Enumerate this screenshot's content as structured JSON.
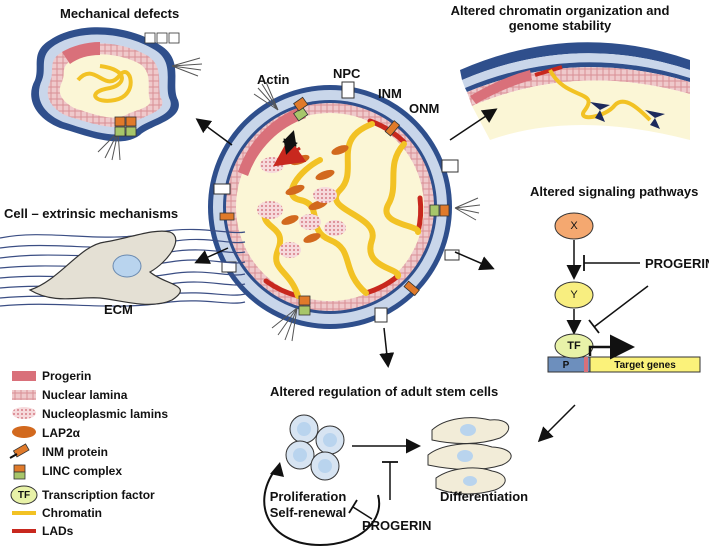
{
  "titles": {
    "mechanical": "Mechanical defects",
    "chromatin_line1": "Altered chromatin organization and",
    "chromatin_line2": "genome stability",
    "signaling": "Altered signaling pathways",
    "extrinsic": "Cell – extrinsic mechanisms",
    "stem": "Altered regulation of adult stem cells"
  },
  "nucleus_labels": {
    "actin": "Actin",
    "npc": "NPC",
    "inm": "INM",
    "onm": "ONM",
    "ecm": "ECM"
  },
  "signaling": {
    "x": "X",
    "y": "Y",
    "tf": "TF",
    "p": "P",
    "target_genes": "Target genes",
    "progerin": "PROGERIN"
  },
  "stem": {
    "proliferation": "Proliferation",
    "self_renewal": "Self-renewal",
    "progerin": "PROGERIN",
    "differentiation": "Differentiation"
  },
  "legend": [
    {
      "label": "Progerin",
      "icon": "progerin-icon"
    },
    {
      "label": "Nuclear lamina",
      "icon": "nuclear-lamina-icon"
    },
    {
      "label": "Nucleoplasmic lamins",
      "icon": "nucleoplasmic-lamins-icon"
    },
    {
      "label": "LAP2α",
      "icon": "lap2a-icon"
    },
    {
      "label": "INM protein",
      "icon": "inm-protein-icon"
    },
    {
      "label": "LINC complex",
      "icon": "linc-complex-icon"
    },
    {
      "label": "Transcription factor",
      "icon": "transcription-factor-icon",
      "glyph": "TF"
    },
    {
      "label": "Chromatin",
      "icon": "chromatin-icon"
    },
    {
      "label": "LADs",
      "icon": "lads-icon"
    }
  ],
  "colors": {
    "membrane": "#2f4f8c",
    "perinuclear": "#c9d6ea",
    "lamina": "#e6b0b4",
    "progerin": "#d9707a",
    "nucleoplasm": "#fbf6d6",
    "chromatin": "#f2c224",
    "lads": "#c8281e",
    "lap2a": "#d2691e",
    "inm_protein": "#e07a2a",
    "linc": "#a7c66a",
    "cell_fill": "#f2ecd8",
    "stem_nucleus": "#b9d4ee",
    "tf_fill": "#e8f2a8",
    "target_gene": "#fbf27a",
    "promoter": "#6d8fbd",
    "x_fill": "#f4a870",
    "y_fill": "#f8ee80"
  }
}
